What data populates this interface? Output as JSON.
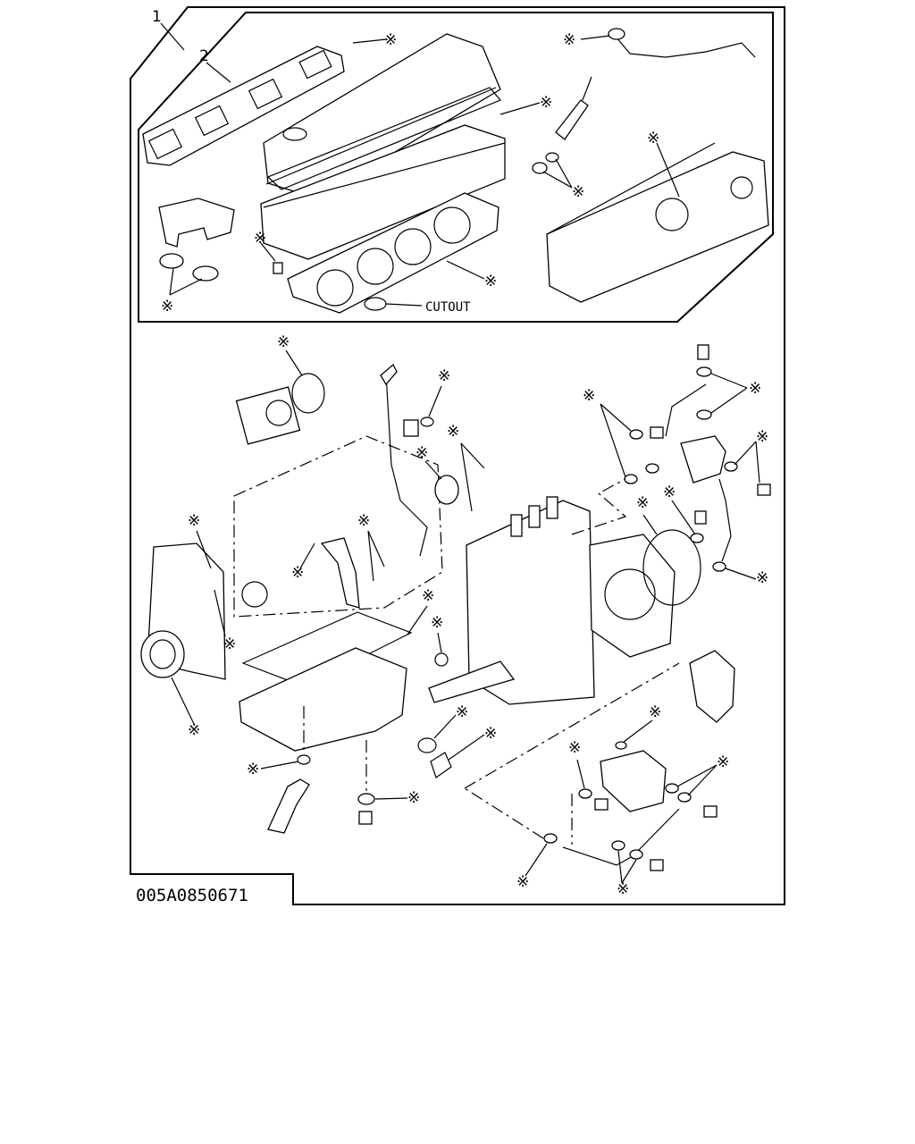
{
  "callouts": {
    "item_1": "1",
    "item_2": "2",
    "mark": "※"
  },
  "cutout_label": "CUTOUT",
  "figure_code": "005A0850671"
}
